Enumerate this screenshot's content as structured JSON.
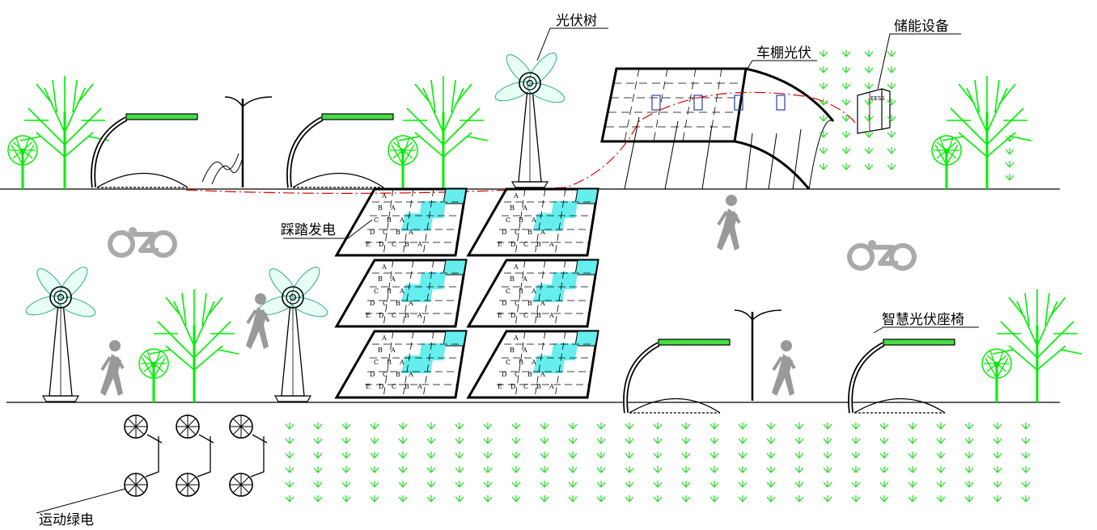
{
  "labels": {
    "pv_tree": "光伏树",
    "carport_pv": "车棚光伏",
    "energy_storage": "储能设备",
    "pedal_power": "踩踏发电",
    "smart_pv_bench": "智慧光伏座椅",
    "sport_green_power": "运动绿电",
    "eess": "EESS"
  },
  "tile_letters": [
    "A",
    "B",
    "C",
    "D",
    "E"
  ],
  "colors": {
    "tree": "#00ee00",
    "pv_green": "#33dd33",
    "tile_accent": "#66eeee",
    "pedestrian": "#999999",
    "bike_icon": "#aaaaaa",
    "cable": "#dd0000",
    "outline": "#000000"
  }
}
